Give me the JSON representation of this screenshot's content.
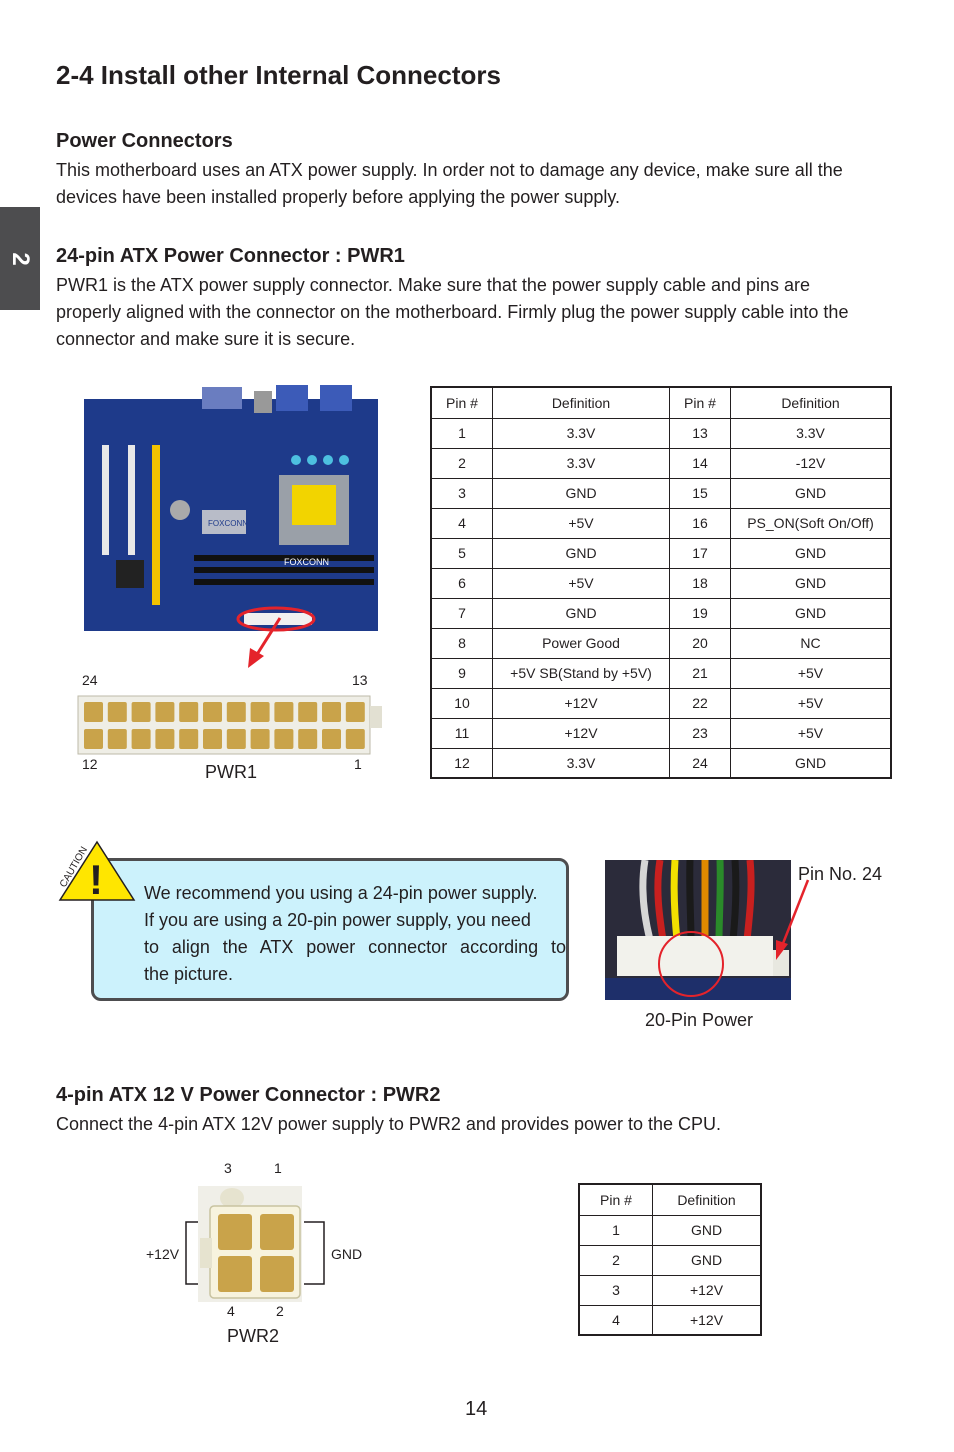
{
  "side_tab": "2",
  "title": "2-4 Install other Internal Connectors",
  "power_connectors": {
    "heading": "Power Connectors",
    "text_line1": "This motherboard uses an ATX power supply. In order not to damage any device, make sure all the",
    "text_line2": "devices have been installed properly before applying the power supply."
  },
  "pwr1": {
    "heading": "24-pin ATX Power Connector : PWR1",
    "text_line1": "PWR1 is the ATX power supply connector. Make sure that the power supply cable and pins are",
    "text_line2": "properly aligned with the connector on the motherboard. Firmly plug the power supply cable into the",
    "text_line3": "connector and make sure it is secure.",
    "label": "PWR1",
    "pin_labels": {
      "top_left": "24",
      "top_right": "13",
      "bottom_left": "12",
      "bottom_right": "1"
    },
    "board_brand": "FOXCONN",
    "table": {
      "headers": [
        "Pin #",
        "Definition",
        "Pin #",
        "Definition"
      ],
      "rows": [
        [
          "1",
          "3.3V",
          "13",
          "3.3V"
        ],
        [
          "2",
          "3.3V",
          "14",
          "-12V"
        ],
        [
          "3",
          "GND",
          "15",
          "GND"
        ],
        [
          "4",
          "+5V",
          "16",
          "PS_ON(Soft On/Off)"
        ],
        [
          "5",
          "GND",
          "17",
          "GND"
        ],
        [
          "6",
          "+5V",
          "18",
          "GND"
        ],
        [
          "7",
          "GND",
          "19",
          "GND"
        ],
        [
          "8",
          "Power Good",
          "20",
          "NC"
        ],
        [
          "9",
          "+5V SB(Stand by +5V)",
          "21",
          "+5V"
        ],
        [
          "10",
          "+12V",
          "22",
          "+5V"
        ],
        [
          "11",
          "+12V",
          "23",
          "+5V"
        ],
        [
          "12",
          "3.3V",
          "24",
          "GND"
        ]
      ]
    }
  },
  "caution": {
    "word": "CAUTION",
    "symbol": "!",
    "line1": "We recommend you using a 24-pin power supply.",
    "line2": "If you are using a 20-pin power supply, you need",
    "line3": "to align the ATX power connector according to",
    "line4": "the picture.",
    "pin_no_label": "Pin No. 24",
    "photo_caption": "20-Pin Power"
  },
  "pwr2": {
    "heading": "4-pin ATX 12 V Power Connector : PWR2",
    "text": "Connect the 4-pin ATX 12V power supply to PWR2 and provides power to the CPU.",
    "label": "PWR2",
    "pin_labels": {
      "top_left": "3",
      "top_right": "1",
      "bottom_left": "4",
      "bottom_right": "2"
    },
    "left_label": "+12V",
    "right_label": "GND",
    "table": {
      "headers": [
        "Pin #",
        "Definition"
      ],
      "rows": [
        [
          "1",
          "GND"
        ],
        [
          "2",
          "GND"
        ],
        [
          "3",
          "+12V"
        ],
        [
          "4",
          "+12V"
        ]
      ]
    }
  },
  "page_number": "14",
  "colors": {
    "tab": "#4d4d4f",
    "caution_fill": "#ccf2fc",
    "warning_yellow": "#ffe600",
    "arrow_red": "#e4232b",
    "board_blue": "#1e3a8a"
  }
}
